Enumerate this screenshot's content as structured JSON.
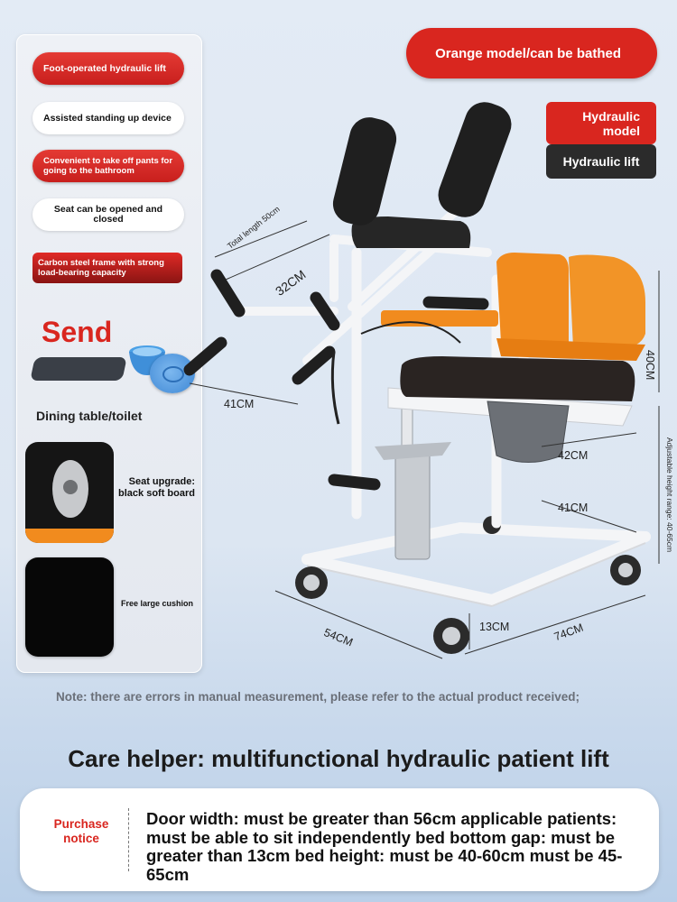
{
  "features": [
    {
      "text": "Foot-operated hydraulic lift",
      "style": "red"
    },
    {
      "text": "Assisted standing up device",
      "style": "white"
    },
    {
      "text": "Convenient to take off pants for going to the bathroom",
      "style": "red"
    },
    {
      "text": "Seat can be opened and closed",
      "style": "white"
    },
    {
      "text": "Carbon steel frame with strong load-bearing capacity",
      "style": "dark"
    }
  ],
  "gifts": {
    "send_label": "Send",
    "dining_label": "Dining table/toilet",
    "seat_upgrade_label": "Seat upgrade: black soft board",
    "cushion_label": "Free large cushion"
  },
  "badges": {
    "model": "Orange model/can be bathed",
    "hydraulic_model": "Hydraulic model",
    "hydraulic_lift": "Hydraulic lift"
  },
  "dimensions": {
    "total_length": "Total length 50cm",
    "armrest": "32CM",
    "handle_width": "41CM",
    "back_height": "40CM",
    "adjustable_height": "Adjustable height range: 40-65cm",
    "seat_depth": "42CM",
    "seat_width": "41CM",
    "base_width": "54CM",
    "ground_clearance": "13CM",
    "base_length": "74CM"
  },
  "note": "Note: there are errors in manual measurement, please refer to the actual product received;",
  "title": "Care helper: multifunctional hydraulic patient lift",
  "notice": {
    "label": "Purchase notice",
    "text": "Door width: must be greater than 56cm applicable patients: must be able to sit independently bed bottom gap: must be greater than 13cm bed height: must be 40-60cm must be 45-65cm"
  },
  "colors": {
    "brand_red": "#d9261f",
    "seat_orange": "#f18b1e",
    "frame_white": "#ffffff",
    "pad_black": "#1a1a1a"
  }
}
